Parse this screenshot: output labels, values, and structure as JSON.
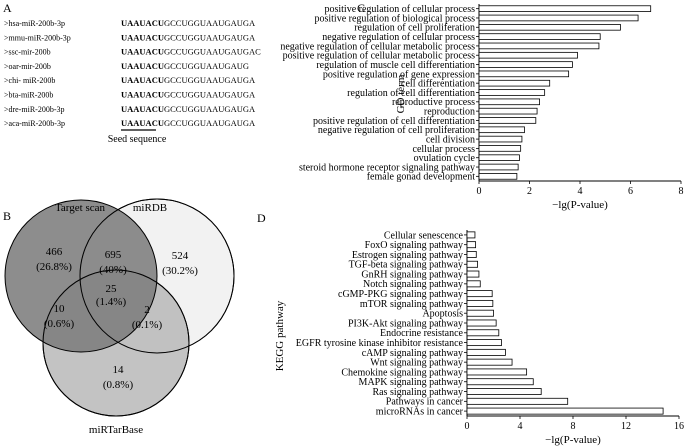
{
  "panel_a": {
    "label": "A",
    "rows": [
      {
        "name": ">hsa-miR-200b-3p",
        "seed": "UAAUACU",
        "rest": "GCCUGGUAAUGAUGA"
      },
      {
        "name": ">mmu-miR-200b-3p",
        "seed": "UAAUACU",
        "rest": "GCCUGGUAAUGAUGA"
      },
      {
        "name": ">ssc-mir-200b",
        "seed": "UAAUACU",
        "rest": "GCCUGGUAAUGAUGAC"
      },
      {
        "name": ">oar-mir-200b",
        "seed": "UAAUACU",
        "rest": "GCCUGGUAAUGAUG"
      },
      {
        "name": ">chi- miR-200b",
        "seed": "UAAUACU",
        "rest": "GCCUGGUAAUGAUGA"
      },
      {
        "name": ">bta-miR-200b",
        "seed": "UAAUACU",
        "rest": "GCCUGGUAAUGAUGA"
      },
      {
        "name": ">dre-miR-200b-3p",
        "seed": "UAAUACU",
        "rest": "GCCUGGUAAUGAUGA"
      },
      {
        "name": ">aca-miR-200b-3p",
        "seed": "UAAUACU",
        "rest": "GCCUGGUAAUGAUGA"
      }
    ],
    "seed_label": "Seed sequence"
  },
  "panel_b": {
    "label": "B",
    "sets": [
      "Target scan",
      "miRDB",
      "miRTarBase"
    ],
    "regions": [
      {
        "count": "466",
        "percent": "(26.8%)"
      },
      {
        "count": "524",
        "percent": "(30.2%)"
      },
      {
        "count": "14",
        "percent": "(0.8%)"
      },
      {
        "count": "695",
        "percent": "(40%)"
      },
      {
        "count": "10",
        "percent": "(0.6%)"
      },
      {
        "count": "2",
        "percent": "(0.1%)"
      },
      {
        "count": "25",
        "percent": "(1.4%)"
      }
    ],
    "colors": {
      "target_scan": "#7d7d7d",
      "mirdb": "#f2f2f2",
      "mirtarbase": "#b9b9b9"
    }
  },
  "chart_data": [
    {
      "panel": "C",
      "type": "bar",
      "orientation": "horizontal",
      "xlabel": "−lg(P-value)",
      "ylabel": "GO term",
      "xlim": [
        0,
        8
      ],
      "xticks": [
        "0",
        "2",
        "4",
        "6",
        "8"
      ],
      "grid": false,
      "bar_color": "#ffffff",
      "categories": [
        "positive regulation of cellular process",
        "positive regulation of biological process",
        "regulation of cell proliferation",
        "negative regulation of cellular process",
        "negative regulation of cellular metabolic process",
        "positive regulation of cellular metabolic process",
        "regulation of muscle cell differentiation",
        "positive regulation of gene expression",
        "cell differentiation",
        "regulation of cell differentiation",
        "reproductive process",
        "reproduction",
        "positive regulation of cell differentiation",
        "negative regulation of cell proliferation",
        "cell division",
        "cellular process",
        "ovulation cycle",
        "steroid hormone receptor signaling pathway",
        "female gonad development"
      ],
      "values": [
        6.8,
        6.3,
        5.6,
        4.8,
        4.75,
        3.9,
        3.7,
        3.55,
        2.8,
        2.6,
        2.4,
        2.3,
        2.25,
        1.8,
        1.7,
        1.65,
        1.6,
        1.55,
        1.5
      ]
    },
    {
      "panel": "D",
      "type": "bar",
      "orientation": "horizontal",
      "xlabel": "−lg(P-value)",
      "ylabel": "KEGG pathway",
      "xlim": [
        0,
        16
      ],
      "xticks": [
        "0",
        "4",
        "8",
        "12",
        "16"
      ],
      "grid": false,
      "bar_color": "#ffffff",
      "categories": [
        "Cellular senescence",
        "FoxO signaling pathway",
        "Estrogen signaling pathway",
        "TGF-beta signaling pathway",
        "GnRH signaling pathway",
        "Notch signaling pathway",
        "cGMP-PKG signaling pathway",
        "mTOR signaling pathway",
        "Apoptosis",
        "PI3K-Akt signaling pathway",
        "Endocrine resistance",
        "EGFR tyrosine kinase inhibitor resistance",
        "cAMP signaling pathway",
        "Wnt signaling pathway",
        "Chemokine signaling pathway",
        "MAPK signaling pathway",
        "Ras signaling pathway",
        "Pathways in cancer",
        "microRNAs in cancer"
      ],
      "values": [
        0.6,
        0.65,
        0.7,
        0.8,
        0.9,
        1.0,
        1.9,
        1.95,
        2.0,
        2.2,
        2.4,
        2.6,
        2.9,
        3.4,
        4.5,
        5.0,
        5.6,
        7.6,
        14.8
      ]
    }
  ]
}
